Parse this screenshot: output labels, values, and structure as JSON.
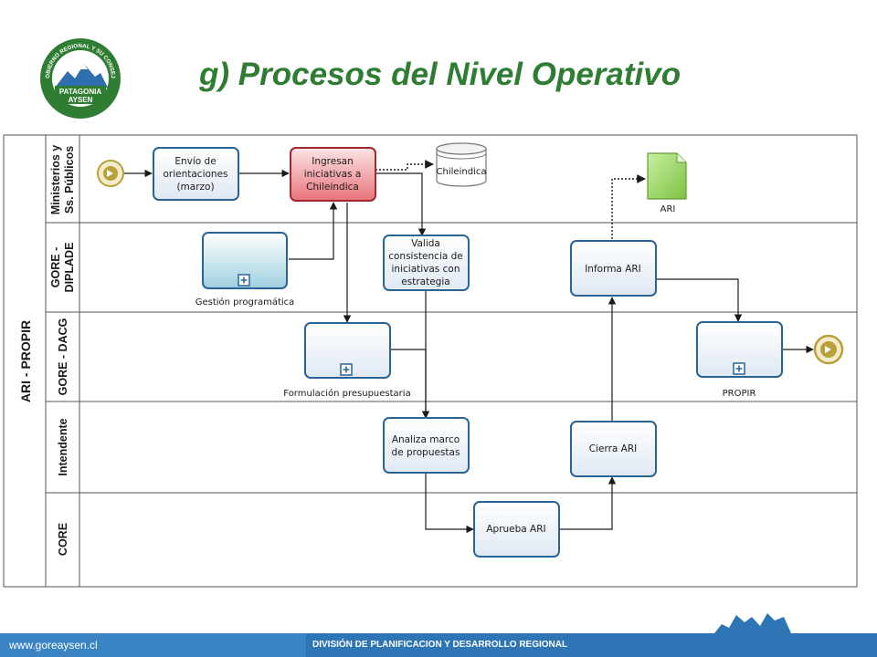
{
  "title": "g) Procesos del Nivel Operativo",
  "logo": {
    "arc_text": "GOBIERNO REGIONAL Y SU CONSEJO",
    "line1": "PATAGONIA",
    "line2": "AYSEN"
  },
  "pool": {
    "label": "ARI - PROPIR",
    "lanes": [
      {
        "label_line1": "Ministerios y",
        "label_line2": "Ss. Públicos"
      },
      {
        "label_line1": "GORE -",
        "label_line2": "DIPLADE"
      },
      {
        "label_line1": "GORE - DACG",
        "label_line2": ""
      },
      {
        "label_line1": "Intendente",
        "label_line2": ""
      },
      {
        "label_line1": "CORE",
        "label_line2": ""
      }
    ]
  },
  "tasks": {
    "envio": [
      "Envío de",
      "orientaciones",
      "(marzo)"
    ],
    "ingresan": [
      "Ingresan",
      "iniciativas a",
      "Chileindica"
    ],
    "valida": [
      "Valida",
      "consistencia de",
      "iniciativas con",
      "estrategia"
    ],
    "informa": [
      "Informa ARI"
    ],
    "analiza": [
      "Analiza marco",
      "de propuestas"
    ],
    "cierra": [
      "Cierra ARI"
    ],
    "aprueba": [
      "Aprueba ARI"
    ]
  },
  "subprocesses": {
    "gestion": "Gestión programática",
    "formulacion": "Formulación presupuestaria",
    "propir": "PROPIR"
  },
  "data_store": "Chileindica",
  "document": "ARI",
  "footer": {
    "url": "www.goreaysen.cl",
    "division": "DIVISIÓN DE PLANIFICACION Y DESARROLLO REGIONAL"
  },
  "colors": {
    "title": "#2e7d32",
    "footer_bar": "#2e75b6",
    "task_border": "#2a6496",
    "highlight_task": "#e8737b",
    "document_fill": "#9ed36a",
    "event_fill": "#b8a03a"
  }
}
